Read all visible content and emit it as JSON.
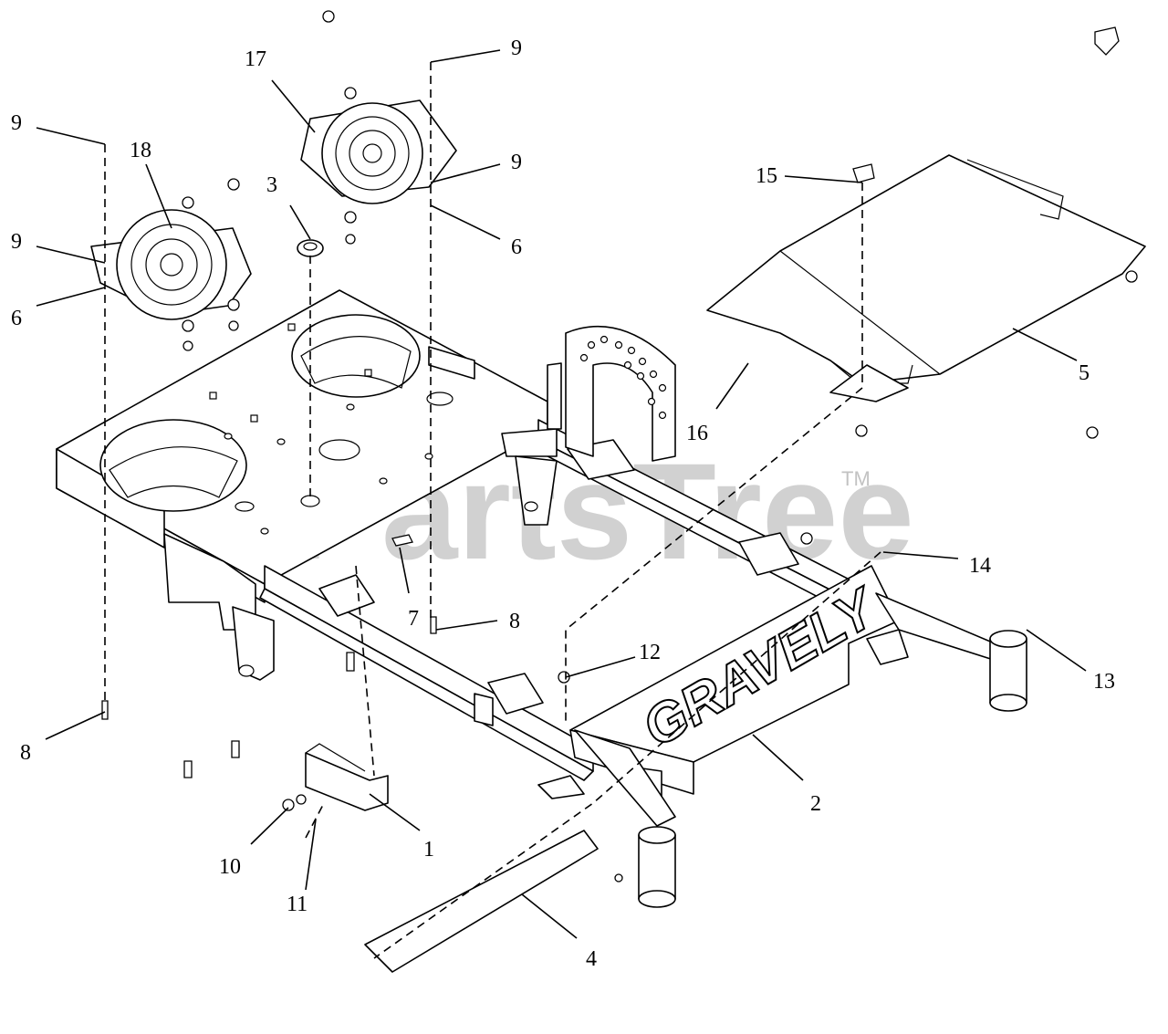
{
  "watermark": {
    "text": "PartsTree",
    "tm": "TM"
  },
  "brand_text": "GRAVELY",
  "callouts": [
    {
      "id": "9-top-right",
      "label": "9"
    },
    {
      "id": "17",
      "label": "17"
    },
    {
      "id": "9-left-top",
      "label": "9"
    },
    {
      "id": "18",
      "label": "18"
    },
    {
      "id": "3",
      "label": "3"
    },
    {
      "id": "9-mid-right",
      "label": "9"
    },
    {
      "id": "15",
      "label": "15"
    },
    {
      "id": "9-left-mid",
      "label": "9"
    },
    {
      "id": "6-right",
      "label": "6"
    },
    {
      "id": "6-left",
      "label": "6"
    },
    {
      "id": "5",
      "label": "5"
    },
    {
      "id": "16",
      "label": "16"
    },
    {
      "id": "14",
      "label": "14"
    },
    {
      "id": "7",
      "label": "7"
    },
    {
      "id": "8-center",
      "label": "8"
    },
    {
      "id": "12",
      "label": "12"
    },
    {
      "id": "13",
      "label": "13"
    },
    {
      "id": "8-left",
      "label": "8"
    },
    {
      "id": "2",
      "label": "2"
    },
    {
      "id": "1",
      "label": "1"
    },
    {
      "id": "10",
      "label": "10"
    },
    {
      "id": "11",
      "label": "11"
    },
    {
      "id": "4",
      "label": "4"
    }
  ]
}
